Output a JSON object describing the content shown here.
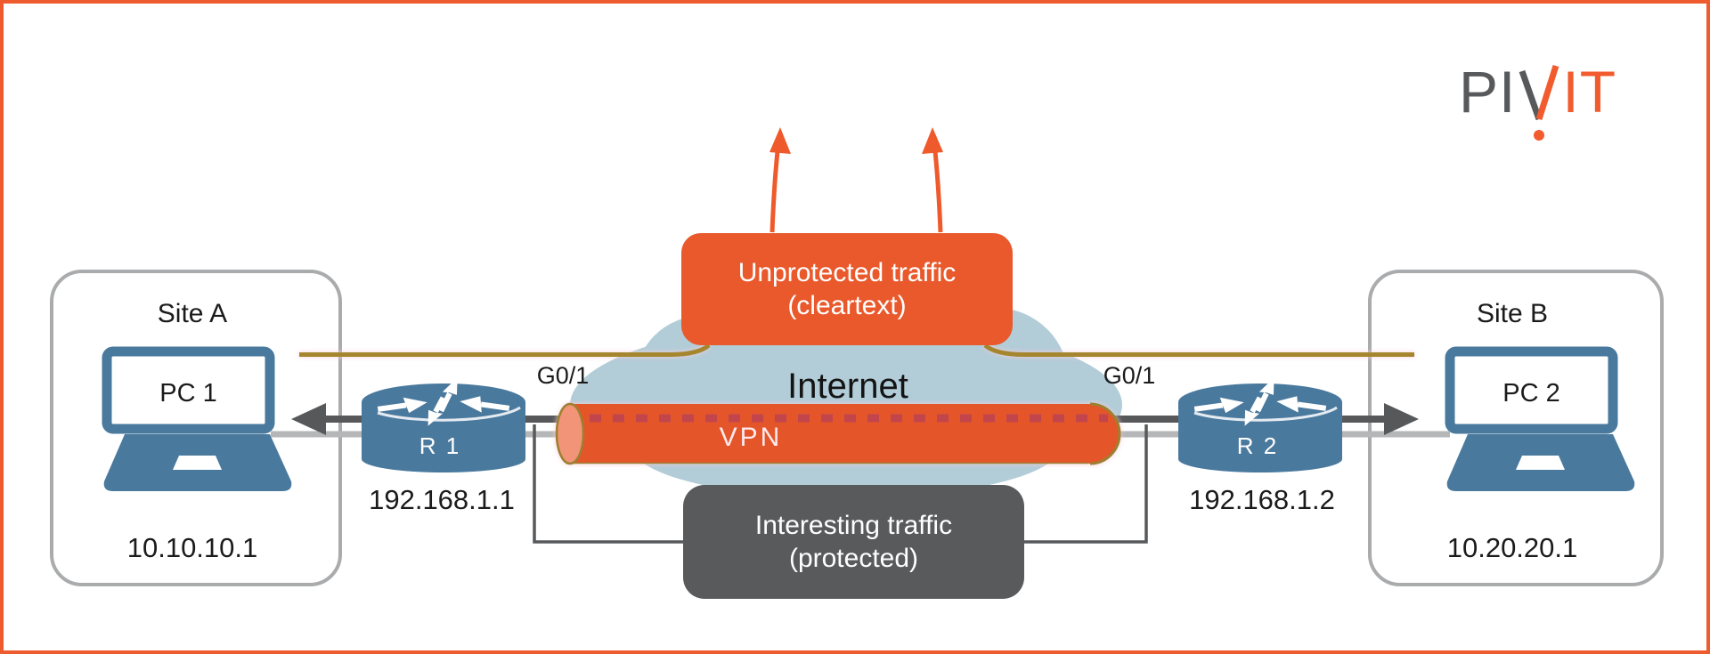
{
  "brand": {
    "name": "PIVIT",
    "gray_part": "PI",
    "orange_part": "IT"
  },
  "sites": [
    {
      "label": "Site A",
      "pc": "PC 1",
      "ip": "10.10.10.1"
    },
    {
      "label": "Site B",
      "pc": "PC 2",
      "ip": "10.20.20.1"
    }
  ],
  "routers": [
    {
      "label": "R 1",
      "ip": "192.168.1.1",
      "interface": "G0/1"
    },
    {
      "label": "R 2",
      "ip": "192.168.1.2",
      "interface": "G0/1"
    }
  ],
  "internet_label": "Internet",
  "vpn_label": "VPN",
  "callout_unprotected": {
    "line1": "Unprotected traffic",
    "line2": "(cleartext)"
  },
  "callout_interesting": {
    "line1": "Interesting traffic",
    "line2": "(protected)"
  },
  "colors": {
    "accent_orange": "#ee5b2e",
    "steel_blue": "#4a799e",
    "cloud_blue": "#b2cdd8",
    "dark_gray": "#58595b",
    "light_gray": "#b4b6b8",
    "site_border_gray": "#a9abad",
    "olive": "#a5862f",
    "dash_red": "#c04450"
  }
}
